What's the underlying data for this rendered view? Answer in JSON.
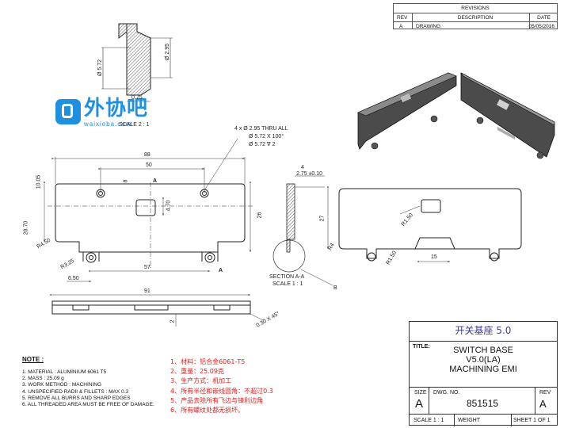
{
  "revisions": {
    "title": "REVISIONS",
    "headers": {
      "rev": "REV",
      "description": "DESCRIPTION",
      "date": "DATE"
    },
    "rows": [
      {
        "rev": "A",
        "description": "DRAWING",
        "date": "05/05/2016"
      }
    ]
  },
  "watermark": {
    "name": "外协吧",
    "url": "waixieba.com"
  },
  "section_view": {
    "dim_height": "Ø 5.72",
    "dim_depth": "Ø 2.95",
    "dim_width": "0.75",
    "scale": "SCALE 2 : 1"
  },
  "hole_callout": {
    "line1": "4 x  Ø 2.95 THRU ALL",
    "line2": "Ø 5.72 X 100°",
    "line3": "Ø 5.72 ∇ 2"
  },
  "front_view": {
    "dims": {
      "overall_width": "88",
      "hole_spacing": "50",
      "edge_offset": "10.05",
      "overall_height": "28.70",
      "slot_offset": "8",
      "slot_height": "4.70",
      "height_26": "26",
      "radius": "R4.50",
      "tab_radius": "R3.25",
      "tab_offset": "6.50",
      "tab_spacing": "57",
      "section_label": "A"
    }
  },
  "side_view": {
    "thickness": "4",
    "sub_thickness": "2.75 ±0.10",
    "section_label": "SECTION A-A",
    "scale": "SCALE 1 : 1",
    "detail_label": "B"
  },
  "right_view": {
    "height": "27",
    "radius": "R1.50",
    "corner_radius": "R4",
    "tab_radius": "R1.50",
    "slot_width": "15"
  },
  "bottom_view": {
    "width": "91",
    "step": "2",
    "chamfer": "0.30 X 45°"
  },
  "notes": {
    "title": "NOTE :",
    "items": [
      "1. MATERIAL : ALUMINIUM 6061 T5",
      "2. MASS : 25.09 g",
      "3. WORK METHOD : MACHINING",
      "4. UNSPECIFIED RADII & FILLETS : MAX 0.3",
      "5. REMOVE ALL BURRS AND SHARP EDGES",
      "6. ALL THREADED AREA MUST BE FREE OF DAMAGE."
    ]
  },
  "notes_cn": {
    "items": [
      "1、材料：铝合金6061-T5",
      "2、重量：25.09克",
      "3、生产方式：机加工",
      "4、所有半径和嵌线圆角：不超过0.3",
      "5、产品去除所有飞边与锋利边角",
      "6、所有螺纹处都无损坏。"
    ]
  },
  "title_block": {
    "cn_title": "开关基座 5.0",
    "title_label": "TITLE:",
    "title_lines": [
      "SWITCH BASE",
      "V5.0(LA)",
      "MACHINING EMI"
    ],
    "size_label": "SIZE",
    "size_value": "A",
    "dwg_label": "DWG.  NO.",
    "dwg_value": "851515",
    "rev_label": "REV",
    "rev_value": "A",
    "scale": "SCALE 1 : 1",
    "weight": "WEIGHT",
    "sheet": "SHEET 1 OF 1"
  },
  "colors": {
    "line": "#222222",
    "dim": "#333333",
    "red": "#e02020",
    "title_blue": "#3a3a9a",
    "logo_blue": "#1f8fe0"
  }
}
